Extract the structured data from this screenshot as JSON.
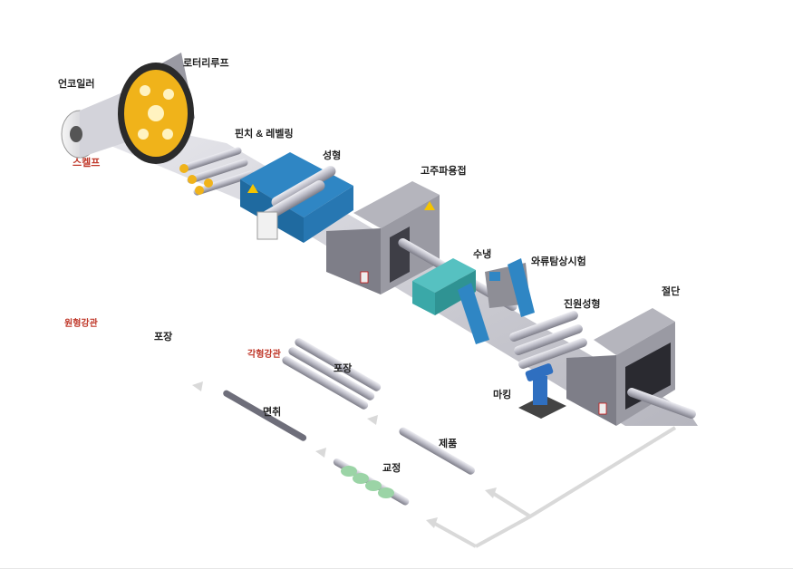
{
  "labels": {
    "uncoiler": "언코일러",
    "rotary_loop": "로터리루프",
    "clamp": "스켈프",
    "pinch_leveling": "핀치 & 레벨링",
    "forming": "성형",
    "hf_welding": "고주파용접",
    "cooling": "수냉",
    "eddy_test": "와류탐상시험",
    "sizing": "진원성형",
    "cutting": "절단",
    "marking": "마킹",
    "round_pipe": "원형강관",
    "square_pipe": "각형강관",
    "packing_1": "포장",
    "packing_2": "포장",
    "chamfer": "면취",
    "product": "제품",
    "straightening": "교정"
  },
  "colors": {
    "machine_gray": "#8e8e96",
    "machine_dark": "#5c5c66",
    "forming_blue": "#2f86c4",
    "cooler_teal": "#3aa8a8",
    "coil_gold": "#f0b31a",
    "pipe_silver": "#c9c9d4",
    "straighten_green": "#9bd4a6",
    "arrow_gray": "#d9d9d9",
    "label_red": "#c0392b"
  }
}
